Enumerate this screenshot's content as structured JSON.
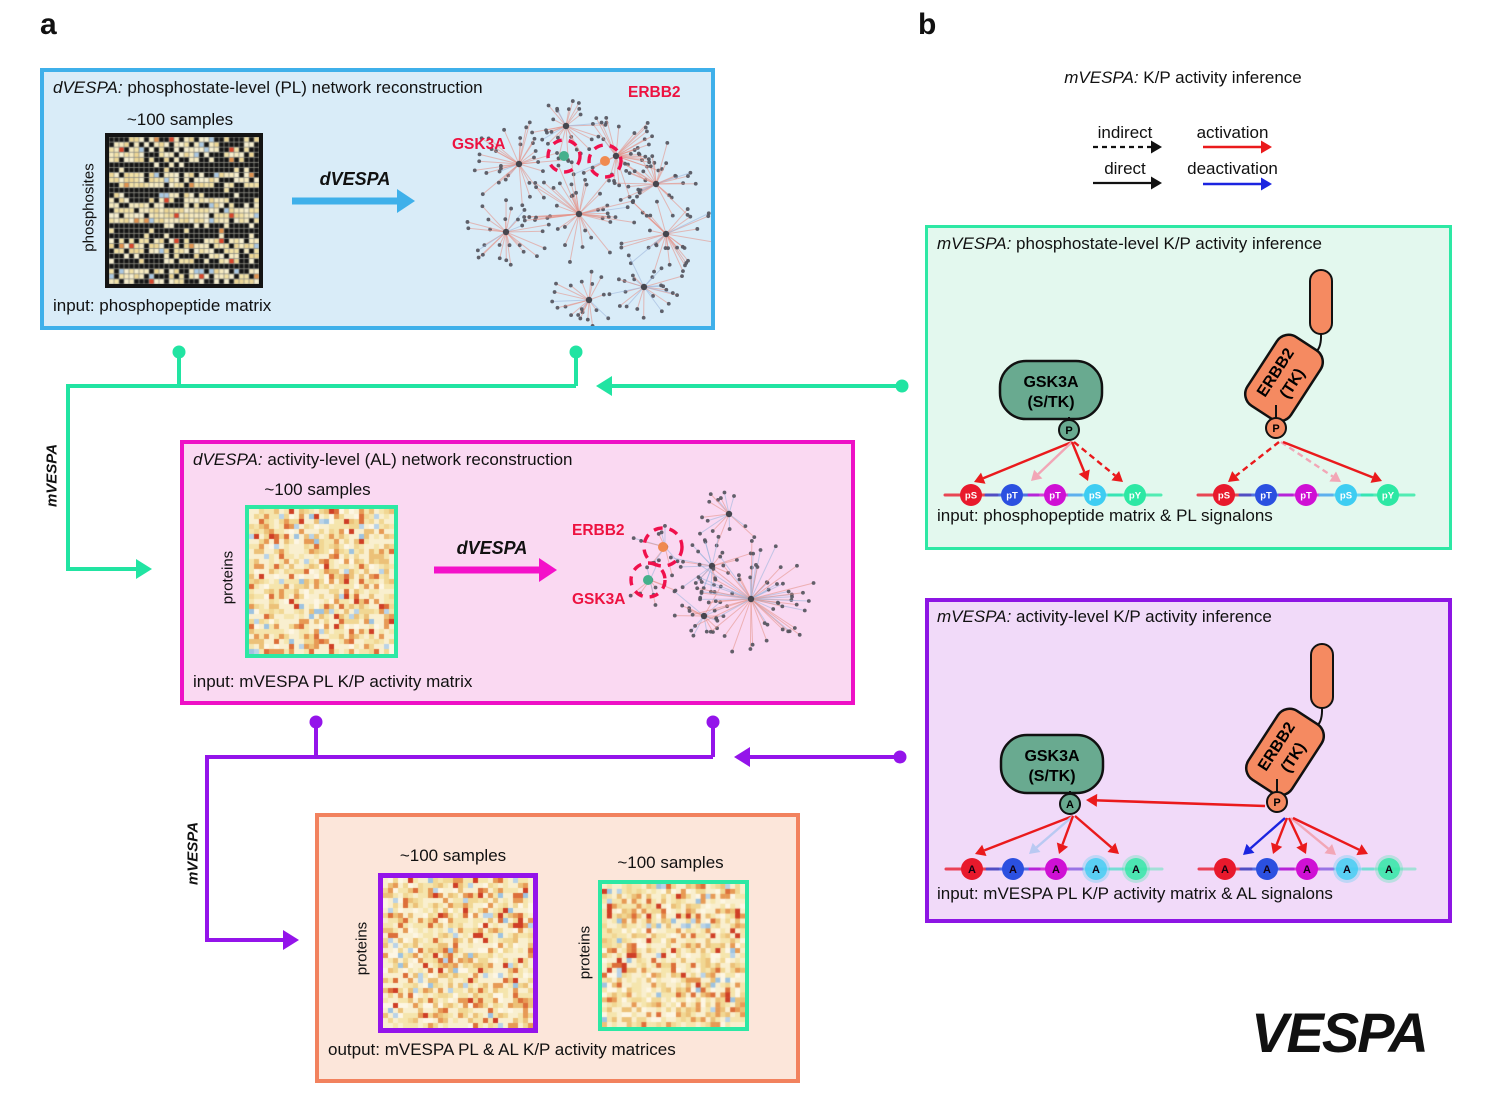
{
  "panel_a": {
    "label": "a",
    "pl_box": {
      "title_prefix": "dVESPA:",
      "title_rest": " phosphostate-level (PL) network reconstruction",
      "samples_label": "~100 samples",
      "axis_label": "phosphosites",
      "arrow_label": "dVESPA",
      "input_label": "input: phosphopeptide matrix",
      "gsk3a_label": "GSK3A",
      "erbb2_label": "ERBB2",
      "border_color": "#3fb0ea",
      "bg_color": "#d9ecf8",
      "arrow_color": "#3fb0ea"
    },
    "al_box": {
      "title_prefix": "dVESPA:",
      "title_rest": " activity-level (AL) network reconstruction",
      "samples_label": "~100 samples",
      "axis_label": "proteins",
      "arrow_label": "dVESPA",
      "input_label": "input: mVESPA PL K/P activity matrix",
      "gsk3a_label": "GSK3A",
      "erbb2_label": "ERBB2",
      "border_color": "#ee10c6",
      "bg_color": "#fad9f2",
      "arrow_color": "#f411c9",
      "matrix_border_color": "#2de8a4"
    },
    "output_box": {
      "pl_samples_label": "~100 samples",
      "al_samples_label": "~100 samples",
      "pl_axis_label": "proteins",
      "al_axis_label": "proteins",
      "output_label": "output: mVESPA PL & AL K/P activity matrices",
      "border_color": "#f2825e",
      "bg_color": "#fce6da",
      "pl_matrix_border_color": "#9414ea",
      "al_matrix_border_color": "#2de8a4"
    },
    "flow": {
      "pl_to_al_label": "mVESPA",
      "al_to_output_label": "mVESPA",
      "green_color": "#21e4a2",
      "purple_color": "#9414ea"
    }
  },
  "panel_b": {
    "label": "b",
    "title_prefix": "mVESPA:",
    "title_rest": " K/P activity inference",
    "legend": {
      "indirect_label": "indirect",
      "direct_label": "direct",
      "activation_label": "activation",
      "deactivation_label": "deactivation",
      "edge_color": "#111111",
      "activation_color": "#ea1a1c",
      "deactivation_color": "#1b24e0"
    },
    "pl_box": {
      "title_prefix": "mVESPA:",
      "title_rest": " phosphostate-level K/P activity inference",
      "kinase_name": "GSK3A",
      "kinase_class": "(S/TK)",
      "kinase_node": "P",
      "rtk_name": "ERBB2",
      "rtk_class": "(TK)",
      "rtk_node": "P",
      "site_labels": [
        "pS",
        "pT",
        "pT",
        "pS",
        "pY"
      ],
      "input_label": "input: phosphopeptide matrix & PL signalons",
      "border_color": "#2de8a4",
      "bg_color": "#e3f8ee"
    },
    "al_box": {
      "title_prefix": "mVESPA:",
      "title_rest": " activity-level K/P activity inference",
      "kinase_name": "GSK3A",
      "kinase_class": "(S/TK)",
      "kinase_node": "A",
      "rtk_name": "ERBB2",
      "rtk_class": "(TK)",
      "rtk_node": "P",
      "site_labels": [
        "A",
        "A",
        "A",
        "A",
        "A"
      ],
      "input_label": "input: mVESPA PL K/P activity matrix & AL signalons",
      "border_color": "#8d15e4",
      "bg_color": "#f1daf9"
    },
    "shared": {
      "kinase_fill": "#69aa90",
      "rtk_fill": "#f58a61",
      "site_colors": [
        "#e8192c",
        "#2b50e0",
        "#cf10d4",
        "#3ecdf2",
        "#2de8a4"
      ],
      "activation_color": "#ea1a1c",
      "deactivation_color": "#1b24e0",
      "faded_pink": "#f2a6b6",
      "faded_blue": "#b9c9f2",
      "network_label_color": "#ed1240"
    }
  },
  "logo_text": "VESPA"
}
